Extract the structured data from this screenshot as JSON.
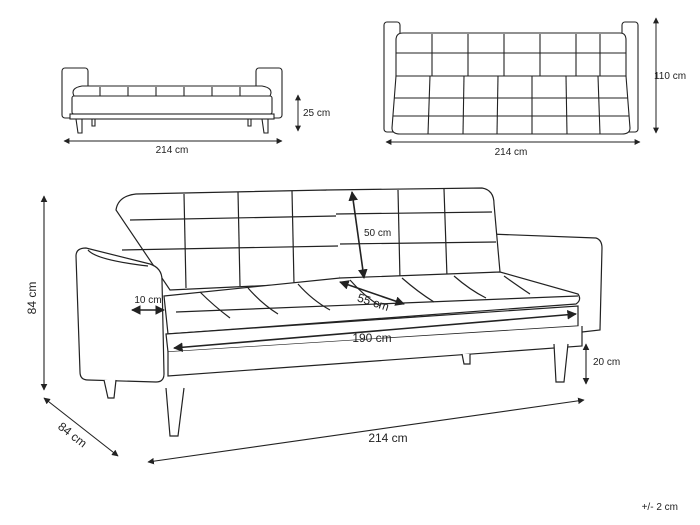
{
  "colors": {
    "stroke": "#222222",
    "background": "#ffffff"
  },
  "top_left_view": {
    "width_label": "214 cm",
    "height_label": "25 cm"
  },
  "top_right_view": {
    "width_label": "214 cm",
    "height_label": "110 cm"
  },
  "main_view": {
    "height_label": "84 cm",
    "depth_label": "84 cm",
    "backrest_label": "50 cm",
    "seat_depth_label": "55 cm",
    "arm_width_label": "10 cm",
    "seat_width_label": "190 cm",
    "leg_height_label": "20 cm",
    "total_width_label": "214 cm"
  },
  "tolerance": "+/- 2 cm"
}
